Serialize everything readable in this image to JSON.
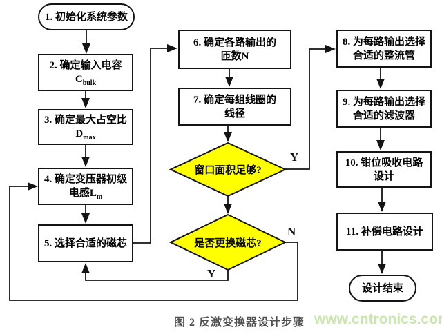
{
  "figure": {
    "caption": "图 2 反激变换器设计步骤",
    "watermark": "www.cntronics.com"
  },
  "colors": {
    "diamond_fill": "#ffff00",
    "node_border": "#141414",
    "caption_color": "#4f4f4f",
    "watermark_color": "#cbe5ae"
  },
  "nodes": {
    "start": {
      "label": "1. 初始化系统参数"
    },
    "step2": {
      "line1": "2. 确定输入电容",
      "formula_main": "C",
      "formula_sub": "bulk"
    },
    "step3": {
      "line1": "3. 确定最大占空比",
      "formula_main": "D",
      "formula_sub": "max"
    },
    "step4": {
      "line1": "4. 确定变压器初级",
      "line2_main": "电感L",
      "line2_sub": "m"
    },
    "step5": {
      "label": "5. 选择合适的磁芯"
    },
    "step6": {
      "line1": "6. 确定各路输出的",
      "line2": "匝数N"
    },
    "step7": {
      "line1": "7. 确定每组线圈的",
      "line2": "线径"
    },
    "decision_window": {
      "label": "窗口面积足够?"
    },
    "decision_core": {
      "label": "是否更换磁芯?"
    },
    "step8": {
      "line1": "8. 为每路输出选择",
      "line2": "合适的整流管"
    },
    "step9": {
      "line1": "9. 为每路输出选择",
      "line2": "合适的滤波器"
    },
    "step10": {
      "line1": "10. 钳位吸收电路",
      "line2": "设计"
    },
    "step11": {
      "label": "11. 补偿电路设计"
    },
    "end": {
      "label": "设计结束"
    }
  },
  "edge_labels": {
    "window_yes": "Y",
    "core_no": "N",
    "core_yes": "Y"
  }
}
